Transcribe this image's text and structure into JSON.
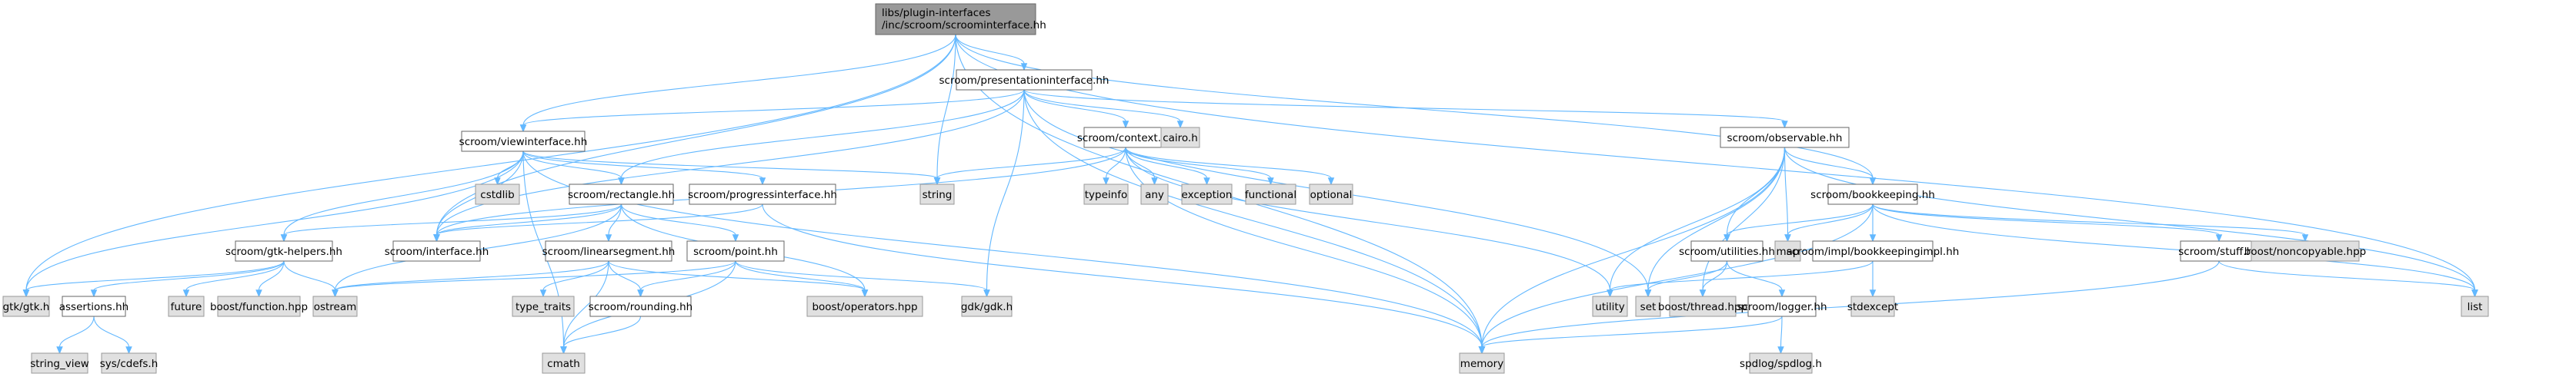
{
  "graph": {
    "title": "libs/plugin-interfaces/inc/scroom/scroominterface.hh",
    "edge_color": "#63b8ff",
    "node_styles": {
      "root": {
        "fill": "#999999",
        "stroke": "#666666"
      },
      "local": {
        "fill": "#ffffff",
        "stroke": "#666666"
      },
      "external": {
        "fill": "#e0e0e0",
        "stroke": "#999999"
      }
    },
    "nodes": [
      {
        "id": "root",
        "label": [
          "libs/plugin-interfaces",
          "/inc/scroom/scroominterface.hh"
        ],
        "kind": "root"
      },
      {
        "id": "presentationinterface",
        "label": [
          "scroom/presentationinterface.hh"
        ],
        "kind": "local"
      },
      {
        "id": "viewinterface",
        "label": [
          "scroom/viewinterface.hh"
        ],
        "kind": "local"
      },
      {
        "id": "context",
        "label": [
          "scroom/context.hh"
        ],
        "kind": "local"
      },
      {
        "id": "cairo",
        "label": [
          "cairo.h"
        ],
        "kind": "external"
      },
      {
        "id": "observable",
        "label": [
          "scroom/observable.hh"
        ],
        "kind": "local"
      },
      {
        "id": "cstdlib",
        "label": [
          "cstdlib"
        ],
        "kind": "external"
      },
      {
        "id": "rectangle",
        "label": [
          "scroom/rectangle.hh"
        ],
        "kind": "local"
      },
      {
        "id": "progressinterface",
        "label": [
          "scroom/progressinterface.hh"
        ],
        "kind": "local"
      },
      {
        "id": "string",
        "label": [
          "string"
        ],
        "kind": "external"
      },
      {
        "id": "typeinfo",
        "label": [
          "typeinfo"
        ],
        "kind": "external"
      },
      {
        "id": "any",
        "label": [
          "any"
        ],
        "kind": "external"
      },
      {
        "id": "exception",
        "label": [
          "exception"
        ],
        "kind": "external"
      },
      {
        "id": "functional",
        "label": [
          "functional"
        ],
        "kind": "external"
      },
      {
        "id": "optional",
        "label": [
          "optional"
        ],
        "kind": "external"
      },
      {
        "id": "bookkeeping",
        "label": [
          "scroom/bookkeeping.hh"
        ],
        "kind": "local"
      },
      {
        "id": "gtkhelpers",
        "label": [
          "scroom/gtk-helpers.hh"
        ],
        "kind": "local"
      },
      {
        "id": "interface",
        "label": [
          "scroom/interface.hh"
        ],
        "kind": "local"
      },
      {
        "id": "linearsegment",
        "label": [
          "scroom/linearsegment.hh"
        ],
        "kind": "local"
      },
      {
        "id": "point",
        "label": [
          "scroom/point.hh"
        ],
        "kind": "local"
      },
      {
        "id": "utilities",
        "label": [
          "scroom/utilities.hh"
        ],
        "kind": "local"
      },
      {
        "id": "map",
        "label": [
          "map"
        ],
        "kind": "external"
      },
      {
        "id": "bookkeepingimpl",
        "label": [
          "scroom/impl/bookkeepingimpl.hh"
        ],
        "kind": "local"
      },
      {
        "id": "stuff",
        "label": [
          "scroom/stuff.hh"
        ],
        "kind": "local"
      },
      {
        "id": "noncopyable",
        "label": [
          "boost/noncopyable.hpp"
        ],
        "kind": "external"
      },
      {
        "id": "gtk",
        "label": [
          "gtk/gtk.h"
        ],
        "kind": "external"
      },
      {
        "id": "assertions",
        "label": [
          "assertions.hh"
        ],
        "kind": "local"
      },
      {
        "id": "future",
        "label": [
          "future"
        ],
        "kind": "external"
      },
      {
        "id": "boostfunction",
        "label": [
          "boost/function.hpp"
        ],
        "kind": "external"
      },
      {
        "id": "ostream",
        "label": [
          "ostream"
        ],
        "kind": "external"
      },
      {
        "id": "typetraits",
        "label": [
          "type_traits"
        ],
        "kind": "external"
      },
      {
        "id": "rounding",
        "label": [
          "scroom/rounding.hh"
        ],
        "kind": "local"
      },
      {
        "id": "boostoperators",
        "label": [
          "boost/operators.hpp"
        ],
        "kind": "external"
      },
      {
        "id": "gdk",
        "label": [
          "gdk/gdk.h"
        ],
        "kind": "external"
      },
      {
        "id": "utility",
        "label": [
          "utility"
        ],
        "kind": "external"
      },
      {
        "id": "set",
        "label": [
          "set"
        ],
        "kind": "external"
      },
      {
        "id": "boostthread",
        "label": [
          "boost/thread.hpp"
        ],
        "kind": "external"
      },
      {
        "id": "logger",
        "label": [
          "scroom/logger.hh"
        ],
        "kind": "local"
      },
      {
        "id": "stdexcept",
        "label": [
          "stdexcept"
        ],
        "kind": "external"
      },
      {
        "id": "list",
        "label": [
          "list"
        ],
        "kind": "external"
      },
      {
        "id": "stringview",
        "label": [
          "string_view"
        ],
        "kind": "external"
      },
      {
        "id": "syscdefs",
        "label": [
          "sys/cdefs.h"
        ],
        "kind": "external"
      },
      {
        "id": "cmath",
        "label": [
          "cmath"
        ],
        "kind": "external"
      },
      {
        "id": "memory",
        "label": [
          "memory"
        ],
        "kind": "external"
      },
      {
        "id": "spdlog",
        "label": [
          "spdlog/spdlog.h"
        ],
        "kind": "external"
      }
    ],
    "edges": [
      [
        "root",
        "presentationinterface"
      ],
      [
        "root",
        "viewinterface"
      ],
      [
        "root",
        "gtk"
      ],
      [
        "root",
        "interface"
      ],
      [
        "root",
        "string"
      ],
      [
        "root",
        "bookkeeping"
      ],
      [
        "root",
        "list"
      ],
      [
        "root",
        "memory"
      ],
      [
        "presentationinterface",
        "viewinterface"
      ],
      [
        "presentationinterface",
        "context"
      ],
      [
        "presentationinterface",
        "cairo"
      ],
      [
        "presentationinterface",
        "observable"
      ],
      [
        "presentationinterface",
        "rectangle"
      ],
      [
        "presentationinterface",
        "interface"
      ],
      [
        "presentationinterface",
        "gdk"
      ],
      [
        "presentationinterface",
        "memory"
      ],
      [
        "presentationinterface",
        "set"
      ],
      [
        "viewinterface",
        "cstdlib"
      ],
      [
        "viewinterface",
        "rectangle"
      ],
      [
        "viewinterface",
        "progressinterface"
      ],
      [
        "viewinterface",
        "string"
      ],
      [
        "viewinterface",
        "gtkhelpers"
      ],
      [
        "viewinterface",
        "interface"
      ],
      [
        "viewinterface",
        "gtk"
      ],
      [
        "viewinterface",
        "cmath"
      ],
      [
        "viewinterface",
        "memory"
      ],
      [
        "context",
        "string"
      ],
      [
        "context",
        "typeinfo"
      ],
      [
        "context",
        "any"
      ],
      [
        "context",
        "exception"
      ],
      [
        "context",
        "functional"
      ],
      [
        "context",
        "optional"
      ],
      [
        "context",
        "interface"
      ],
      [
        "context",
        "memory"
      ],
      [
        "context",
        "utility"
      ],
      [
        "observable",
        "bookkeeping"
      ],
      [
        "observable",
        "utilities"
      ],
      [
        "observable",
        "map"
      ],
      [
        "observable",
        "utility"
      ],
      [
        "observable",
        "set"
      ],
      [
        "observable",
        "boostthread"
      ],
      [
        "observable",
        "memory"
      ],
      [
        "observable",
        "list"
      ],
      [
        "rectangle",
        "gtkhelpers"
      ],
      [
        "rectangle",
        "interface"
      ],
      [
        "rectangle",
        "linearsegment"
      ],
      [
        "rectangle",
        "point"
      ],
      [
        "rectangle",
        "ostream"
      ],
      [
        "rectangle",
        "boostoperators"
      ],
      [
        "progressinterface",
        "interface"
      ],
      [
        "progressinterface",
        "memory"
      ],
      [
        "bookkeeping",
        "utilities"
      ],
      [
        "bookkeeping",
        "map"
      ],
      [
        "bookkeeping",
        "bookkeepingimpl"
      ],
      [
        "bookkeeping",
        "stuff"
      ],
      [
        "bookkeeping",
        "noncopyable"
      ],
      [
        "bookkeeping",
        "list"
      ],
      [
        "bookkeeping",
        "memory"
      ],
      [
        "gtkhelpers",
        "gtk"
      ],
      [
        "gtkhelpers",
        "assertions"
      ],
      [
        "gtkhelpers",
        "future"
      ],
      [
        "gtkhelpers",
        "boostfunction"
      ],
      [
        "gtkhelpers",
        "ostream"
      ],
      [
        "linearsegment",
        "ostream"
      ],
      [
        "linearsegment",
        "typetraits"
      ],
      [
        "linearsegment",
        "rounding"
      ],
      [
        "linearsegment",
        "boostoperators"
      ],
      [
        "linearsegment",
        "cmath"
      ],
      [
        "point",
        "ostream"
      ],
      [
        "point",
        "rounding"
      ],
      [
        "point",
        "boostoperators"
      ],
      [
        "point",
        "gdk"
      ],
      [
        "point",
        "cmath"
      ],
      [
        "utilities",
        "set"
      ],
      [
        "utilities",
        "boostthread"
      ],
      [
        "utilities",
        "logger"
      ],
      [
        "bookkeepingimpl",
        "utility"
      ],
      [
        "bookkeepingimpl",
        "stdexcept"
      ],
      [
        "stuff",
        "list"
      ],
      [
        "stuff",
        "memory"
      ],
      [
        "assertions",
        "stringview"
      ],
      [
        "assertions",
        "syscdefs"
      ],
      [
        "rounding",
        "cmath"
      ],
      [
        "logger",
        "memory"
      ],
      [
        "logger",
        "spdlog"
      ]
    ]
  }
}
